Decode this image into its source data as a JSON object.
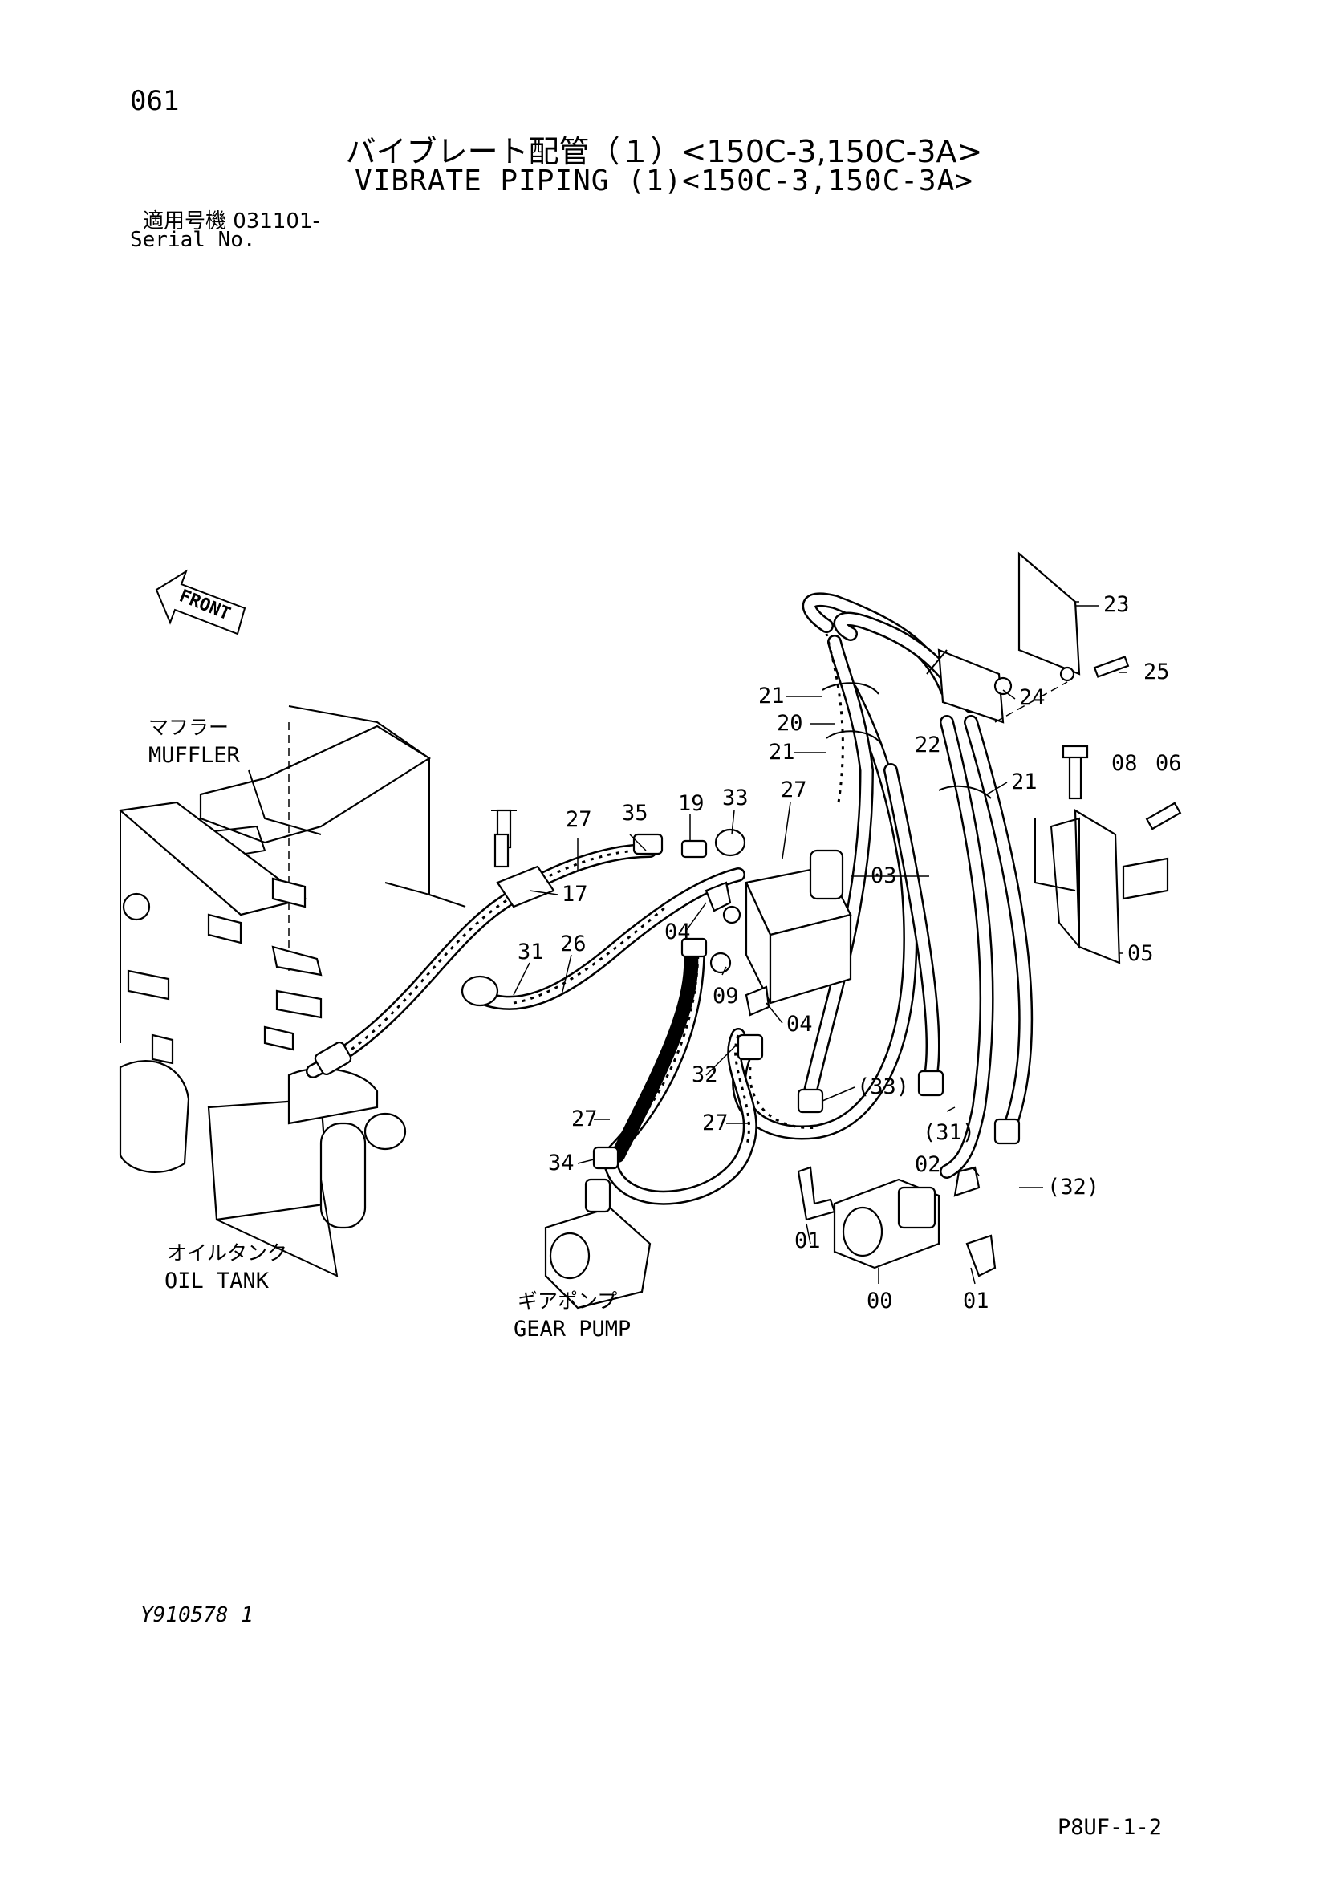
{
  "header": {
    "page_no": "061",
    "title_jp": "バイブレート配管（１）<150C-3,150C-3A>",
    "title_en": "VIBRATE PIPING (1)<150C-3,150C-3A>",
    "serial_jp": "適用号機  031101-",
    "serial_en": "Serial No."
  },
  "footer": {
    "drawing_id": "Y910578_1",
    "page_ref": "P8UF-1-2"
  },
  "diagram": {
    "front_label": "FRONT",
    "component_labels": {
      "muffler_jp": "マフラー",
      "muffler_en": "MUFFLER",
      "oil_tank_jp": "オイルタンク",
      "oil_tank_en": "OIL TANK",
      "gear_pump_jp": "ギアポンプ",
      "gear_pump_en": "GEAR PUMP"
    },
    "callouts": {
      "c23": "23",
      "c25": "25",
      "c21a": "21",
      "c20": "20",
      "c21b": "21",
      "c24": "24",
      "c22": "22",
      "c21c": "21",
      "c08": "08",
      "c06": "06",
      "c27a": "27",
      "c35": "35",
      "c19": "19",
      "c33": "33",
      "c27b": "27",
      "c17": "17",
      "c03": "03",
      "c31": "31",
      "c26": "26",
      "c04a": "04",
      "c09": "09",
      "c04b": "04",
      "c05": "05",
      "c32": "32",
      "c33p": "(33)",
      "c31p": "(31)",
      "c27c": "27",
      "c27d": "27",
      "c34": "34",
      "c02": "02",
      "c32p": "(32)",
      "c01a": "01",
      "c00": "00",
      "c01b": "01"
    }
  }
}
